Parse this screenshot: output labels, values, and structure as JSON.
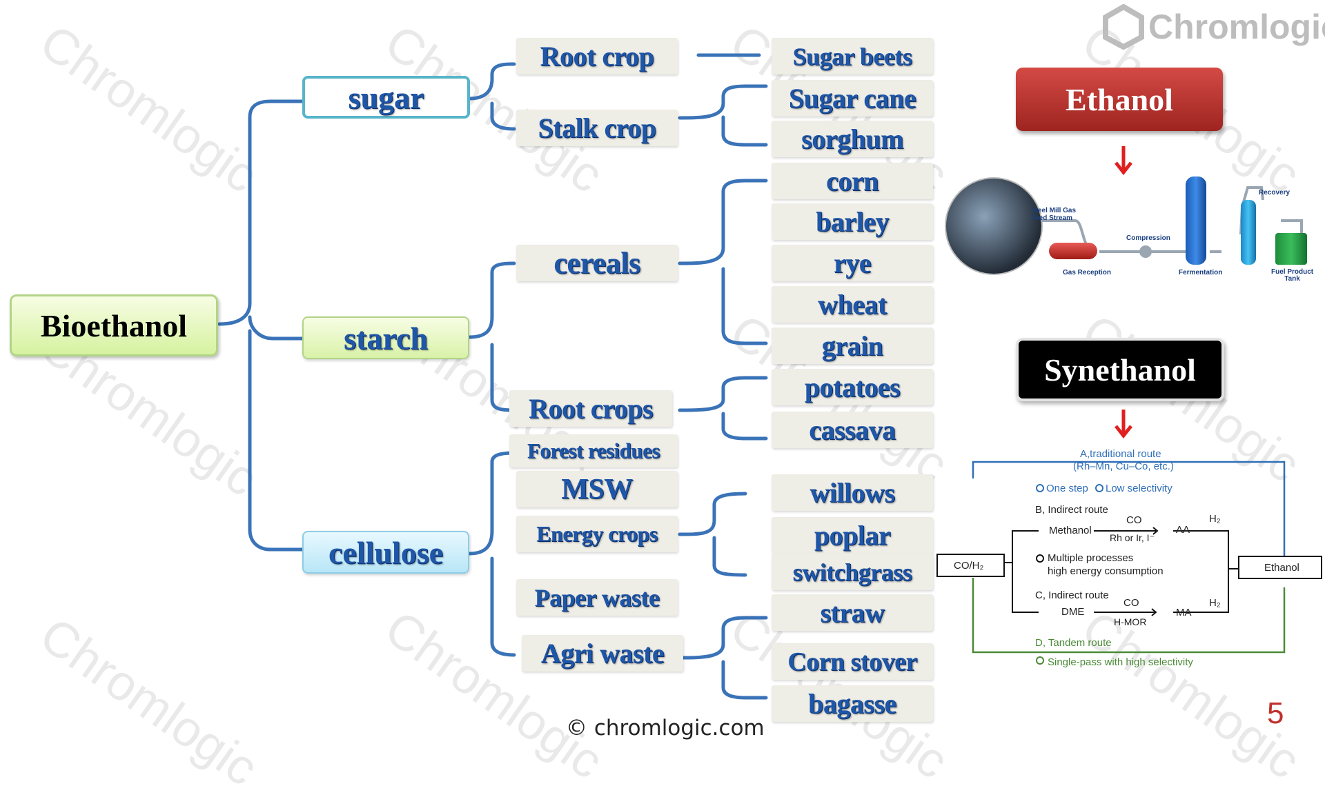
{
  "brand": {
    "name": "Chromlogic",
    "footer": "© chromlogic.com",
    "page_number": "5",
    "watermark": "Chromlogic"
  },
  "root": "Bioethanol",
  "categories": {
    "sugar": "sugar",
    "starch": "starch",
    "cellulose": "cellulose"
  },
  "sources": {
    "root_crop": "Root crop",
    "stalk_crop": "Stalk crop",
    "cereals": "cereals",
    "root_crops": "Root crops",
    "forest_residues": "Forest residues",
    "msw": "MSW",
    "energy_crops": "Energy crops",
    "paper_waste": "Paper waste",
    "agri_waste": "Agri waste"
  },
  "feedstocks": {
    "sugar_beets": "Sugar beets",
    "sugar_cane": "Sugar cane",
    "sorghum": "sorghum",
    "corn": "corn",
    "barley": "barley",
    "rye": "rye",
    "wheat": "wheat",
    "grain": "grain",
    "potatoes": "potatoes",
    "cassava": "cassava",
    "willows": "willows",
    "poplar": "poplar",
    "switchgrass": "switchgrass",
    "straw": "straw",
    "corn_stover": "Corn stover",
    "bagasse": "bagasse"
  },
  "ethanol": {
    "title": "Ethanol",
    "labels": {
      "feed": "Steel Mill Gas\nFeed Stream",
      "compression": "Compression",
      "recovery": "Recovery",
      "reception": "Gas Reception",
      "fermentation": "Fermentation",
      "tank": "Fuel Product\nTank"
    }
  },
  "synethanol": {
    "title": "Synethanol",
    "route_a": "A,traditional route",
    "route_a_cat": "(Rh–Mn, Cu–Co, etc.)",
    "one_step": "One step",
    "low_sel": "Low selectivity",
    "route_b": "B, Indirect route",
    "methanol": "Methanol",
    "co": "CO",
    "rh": "Rh or Ir, I⁻",
    "aa": "AA",
    "h2": "H₂",
    "multi": "Multiple processes",
    "high_energy": "high energy consumption",
    "route_c": "C, Indirect route",
    "dme": "DME",
    "hmor": "H-MOR",
    "ma": "MA",
    "route_d": "D, Tandem route",
    "single_pass": "Single-pass with high selectivity",
    "coh2": "CO/H₂",
    "ethanol": "Ethanol"
  },
  "colors": {
    "connector": "#3a73b8",
    "leaf_text": "#1e56a8",
    "ethanol_red": "#b5302c",
    "arrow_red": "#e02020"
  }
}
